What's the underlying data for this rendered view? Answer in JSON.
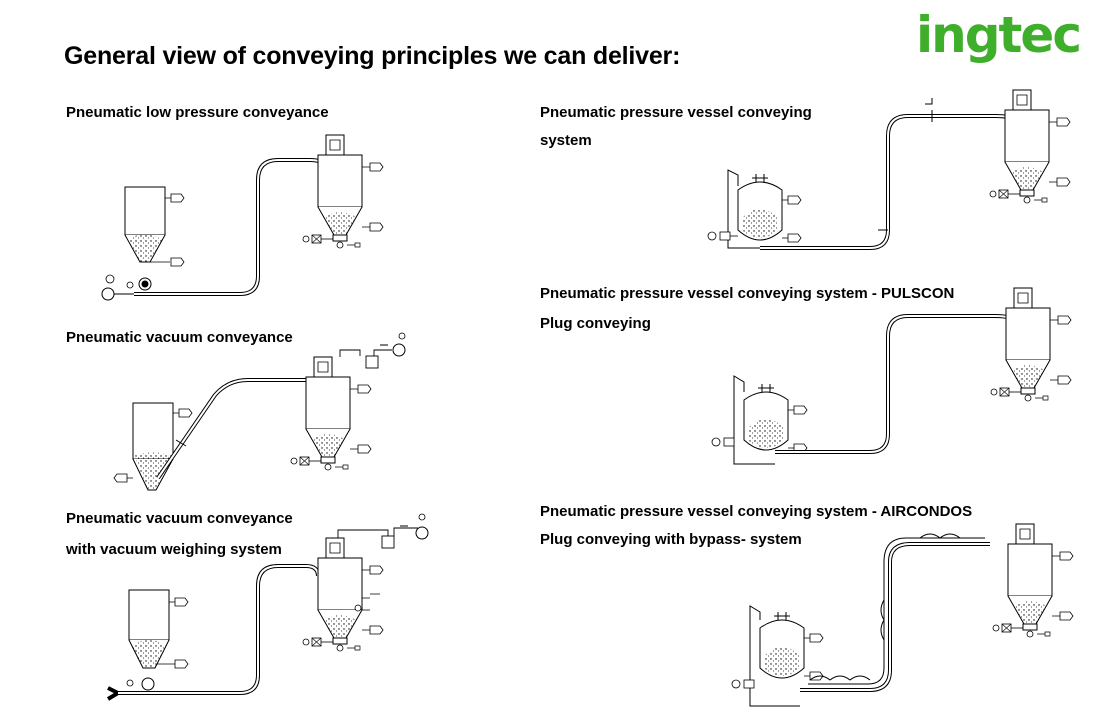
{
  "title": "General view of conveying principles we can deliver:",
  "logo": "ingtec",
  "brand_color": "#3fae2a",
  "sections": {
    "low_pressure": {
      "label": "Pneumatic low pressure conveyance"
    },
    "vacuum": {
      "label": "Pneumatic vacuum conveyance"
    },
    "vacuum_weighing": {
      "line1": "Pneumatic vacuum conveyance",
      "line2": "with vacuum weighing system"
    },
    "pressure_vessel": {
      "line1": "Pneumatic pressure vessel conveying",
      "line2": "system"
    },
    "pulscon": {
      "line1": "Pneumatic pressure vessel conveying system  -  PULSCON",
      "line2": "Plug conveying"
    },
    "aircondos": {
      "line1": "Pneumatic pressure vessel conveying system - AIRCONDOS",
      "line2": "Plug conveying with bypass- system"
    }
  }
}
